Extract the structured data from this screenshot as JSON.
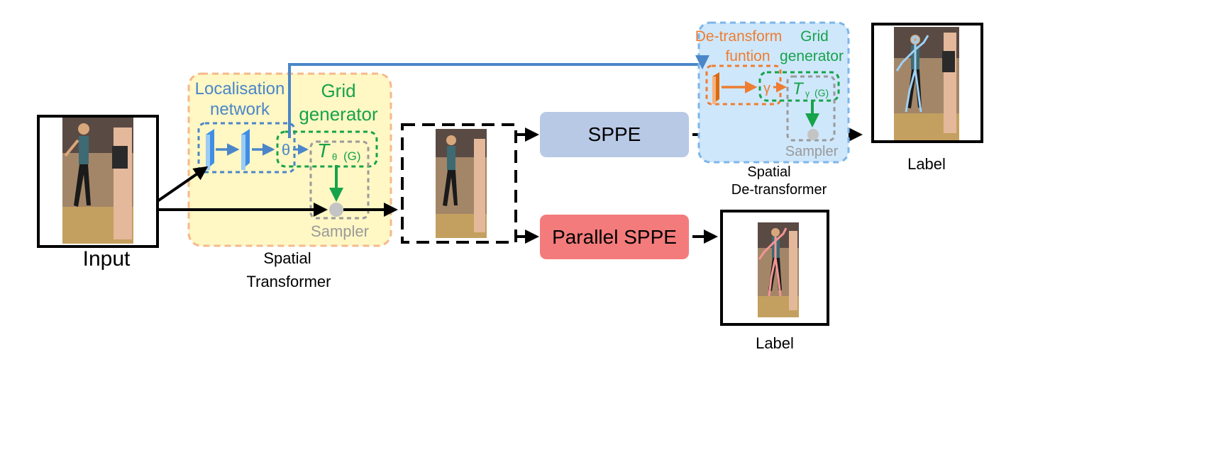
{
  "input": {
    "label": "Input"
  },
  "spatial_transformer": {
    "localisation_label_line1": "Localisation",
    "localisation_label_line2": "network",
    "grid_label_line1": "Grid",
    "grid_label_line2": "generator",
    "theta_symbol": "θ",
    "transform_symbol": "T",
    "transform_subscript": "θ",
    "transform_arg": "(G)",
    "sampler_label": "Sampler",
    "caption_line1": "Spatial",
    "caption_line2": "Transformer"
  },
  "sppe": {
    "label": "SPPE"
  },
  "parallel_sppe": {
    "label": "Parallel SPPE"
  },
  "spatial_detransformer": {
    "detransform_label_line1": "De-transform",
    "detransform_label_line2": "funtion",
    "grid_label_line1": "Grid",
    "grid_label_line2": "generator",
    "gamma_symbol": "γ",
    "transform_symbol": "T",
    "transform_subscript": "γ",
    "transform_arg": "(G)",
    "sampler_label": "Sampler",
    "caption_line1": "Spatial",
    "caption_line2": "De-transformer"
  },
  "outputs": {
    "top_label": "Label",
    "bottom_label": "Label"
  },
  "colors": {
    "localisation_blue": "#4a86c8",
    "grid_green": "#16a34a",
    "detransform_orange": "#ed7d31",
    "sampler_gray": "#9a9a9a",
    "st_fill": "#fff7c4",
    "st_border": "#f6b98a",
    "sdt_fill": "#cfe7fb",
    "sdt_border": "#7cb6ea",
    "sppe_fill": "#b8c9e6",
    "parallel_sppe_fill": "#f47b7b",
    "pose_blue_skeleton": "#9fd0f2",
    "pose_pink_skeleton": "#f49595"
  }
}
